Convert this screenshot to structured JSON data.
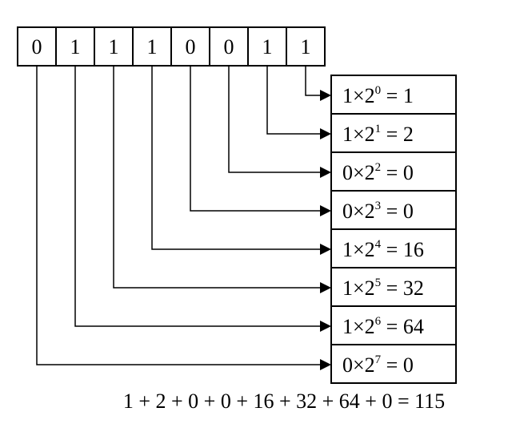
{
  "bits": [
    "0",
    "1",
    "1",
    "1",
    "0",
    "0",
    "1",
    "1"
  ],
  "terms": [
    {
      "coef": "1",
      "base": "2",
      "exp": "0",
      "result": "1"
    },
    {
      "coef": "1",
      "base": "2",
      "exp": "1",
      "result": "2"
    },
    {
      "coef": "0",
      "base": "2",
      "exp": "2",
      "result": "0"
    },
    {
      "coef": "0",
      "base": "2",
      "exp": "3",
      "result": "0"
    },
    {
      "coef": "1",
      "base": "2",
      "exp": "4",
      "result": "16"
    },
    {
      "coef": "1",
      "base": "2",
      "exp": "5",
      "result": "32"
    },
    {
      "coef": "1",
      "base": "2",
      "exp": "6",
      "result": "64"
    },
    {
      "coef": "0",
      "base": "2",
      "exp": "7",
      "result": "0"
    }
  ],
  "sum": "1 + 2 + 0 + 0 + 16 + 32 + 64 + 0 = 115"
}
